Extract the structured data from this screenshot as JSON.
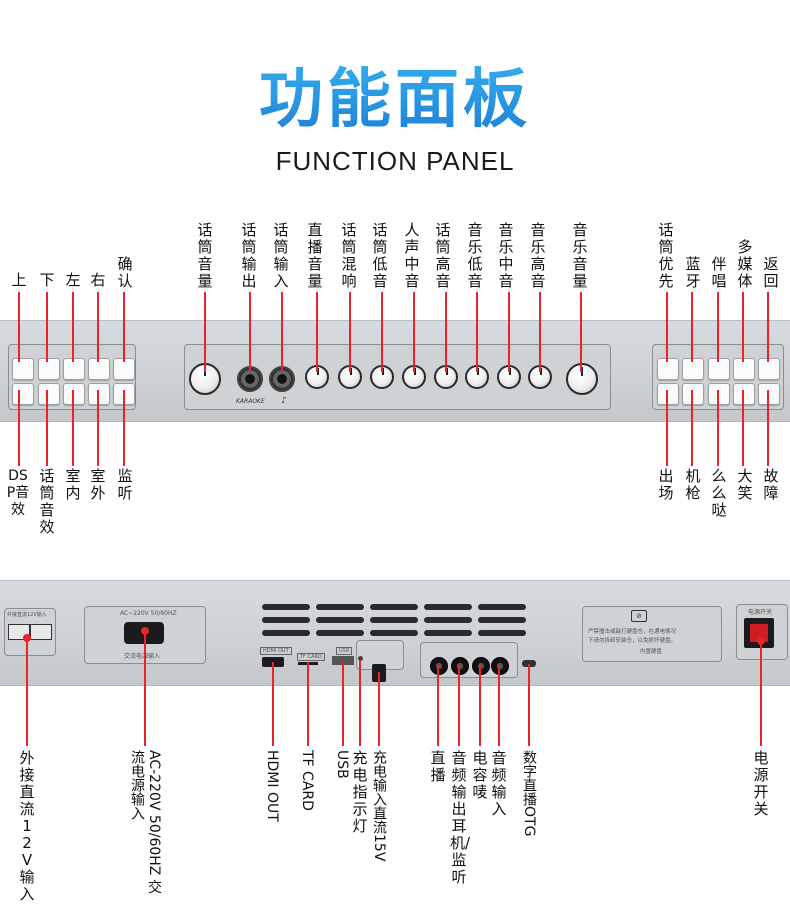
{
  "header": {
    "title_cn": "功能面板",
    "title_en": "FUNCTION PANEL"
  },
  "colors": {
    "title": "#2a9fe8",
    "leader_line": "#e8232a",
    "panel": "#cfd2d6"
  },
  "front": {
    "top_labels": {
      "up": "上",
      "down": "下",
      "left": "左",
      "right": "右",
      "confirm": "确认",
      "mic_volume": "话筒音量",
      "mic_out": "话筒输出",
      "mic_in": "话筒输入",
      "live_volume": "直播音量",
      "mic_reverb": "话筒混响",
      "mic_bass": "话筒低音",
      "vocal_mid": "人声中音",
      "mic_treble": "话筒高音",
      "music_bass": "音乐低音",
      "music_mid": "音乐中音",
      "music_treble": "音乐高音",
      "music_volume": "音乐音量",
      "mic_priority": "话筒优先",
      "bluetooth": "蓝牙",
      "accompany": "伴唱",
      "multimedia": "多媒体",
      "back": "返回"
    },
    "bottom_labels": {
      "dsp": "DSP音效",
      "mic_effect": "话筒音效",
      "indoor": "室内",
      "outdoor": "室外",
      "monitor": "监听",
      "exit": "出场",
      "gunshot": "机枪",
      "mmda": "么么哒",
      "laugh": "大笑",
      "fault": "故障"
    },
    "brand": "KARAOKE"
  },
  "rear": {
    "bottom_labels": {
      "ext_dc": "外接直流12V输入",
      "ac": "AC-220V 50/60HZ 交流电源输入",
      "hdmi": "HDMI OUT",
      "tf": "TF CARD",
      "usb": "USB",
      "charge_led": "充电指示灯",
      "charge_in": "充电输入直流15V",
      "live": "直播",
      "audio_out": "音频输出耳机/监听",
      "condenser": "电容唛",
      "audio_in": "音频输入",
      "otg": "数字直播OTG",
      "power_switch": "电源开关"
    },
    "panel_text": {
      "ac_label": "AC~220V 50/60HZ",
      "ac_caption": "交流电源输入",
      "dc_caption": "外接直流12V输入",
      "hdmi_tag": "HDMI OUT",
      "tf_tag": "TF CARD",
      "usb_tag": "USB",
      "warn_line1": "严禁撞击或敲打硬盘仓，在通电情况",
      "warn_line2": "下请勿拆卸安装仓，以免损坏硬盘。",
      "warn_line3": "内置硬盘",
      "power_caption": "电源开关"
    }
  }
}
